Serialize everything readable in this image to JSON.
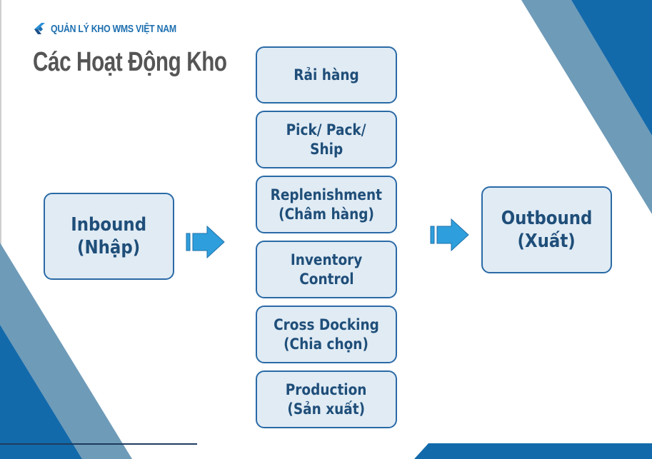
{
  "header": {
    "brand": "QUẢN LÝ KHO WMS VIỆT NAM",
    "brand_icon": "flutter-chevron-logo-icon",
    "title": "Các Hoạt Động Kho"
  },
  "diagram": {
    "inbound": {
      "line1": "Inbound",
      "line2": "(Nhập)"
    },
    "activities": [
      {
        "line1": "Rải hàng",
        "line2": ""
      },
      {
        "line1": "Pick/ Pack/",
        "line2": "Ship"
      },
      {
        "line1": "Replenishment",
        "line2": "(Châm hàng)"
      },
      {
        "line1": "Inventory",
        "line2": "Control"
      },
      {
        "line1": "Cross Docking",
        "line2": "(Chia chọn)"
      },
      {
        "line1": "Production",
        "line2": "(Sản xuất)"
      }
    ],
    "outbound": {
      "line1": "Outbound",
      "line2": "(Xuất)"
    },
    "arrow_icon": "right-block-arrow-icon"
  },
  "colors": {
    "box_fill": "#e0ebf4",
    "box_border": "#2a6aa6",
    "box_text": "#1f4e79",
    "arrow": "#2e9fdc",
    "deco_dark": "#136aab",
    "deco_light": "#6e9bb8",
    "title": "#555555",
    "brand": "#1e6fb0"
  }
}
